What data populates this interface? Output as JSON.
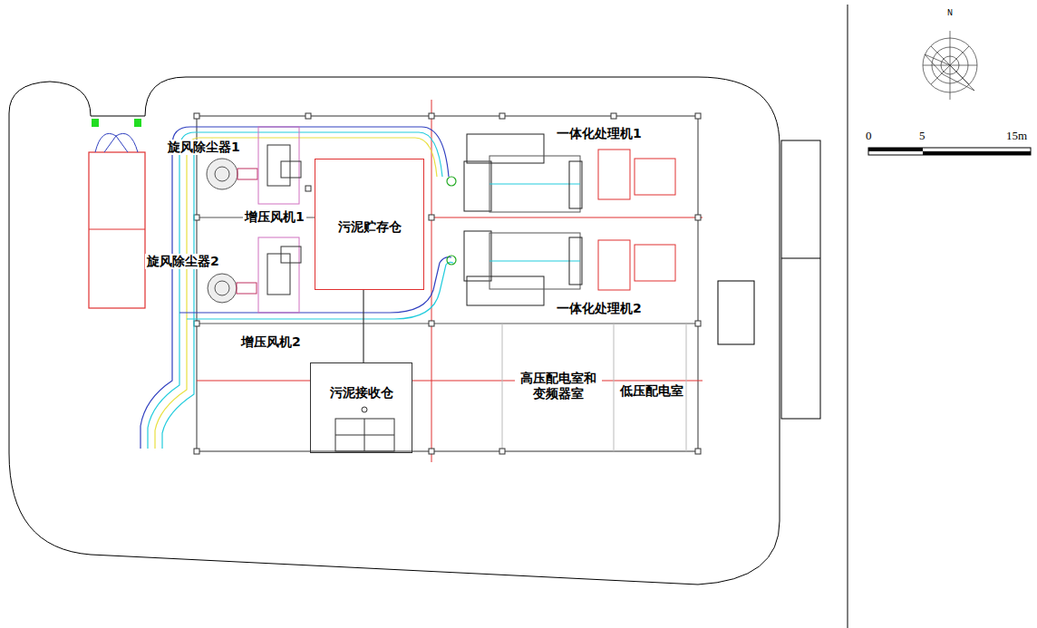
{
  "diagram": {
    "nodes": [
      {
        "text": [
          "污泥贮存仓"
        ]
      },
      {
        "text": [
          "污泥接收仓"
        ]
      },
      {
        "text": [
          "高压配电室和变频器室"
        ]
      },
      {
        "text": [
          "低压配电室"
        ]
      }
    ],
    "edges": [
      {
        "from": 1,
        "to": 0,
        "arrow": "none"
      }
    ],
    "labels": [
      "旋风除尘器1",
      "增压风机1",
      "一体化处理机1",
      "旋风除尘器2",
      "一体化处理机2",
      "增压风机2",
      "N",
      "0",
      "5",
      "15m"
    ]
  }
}
